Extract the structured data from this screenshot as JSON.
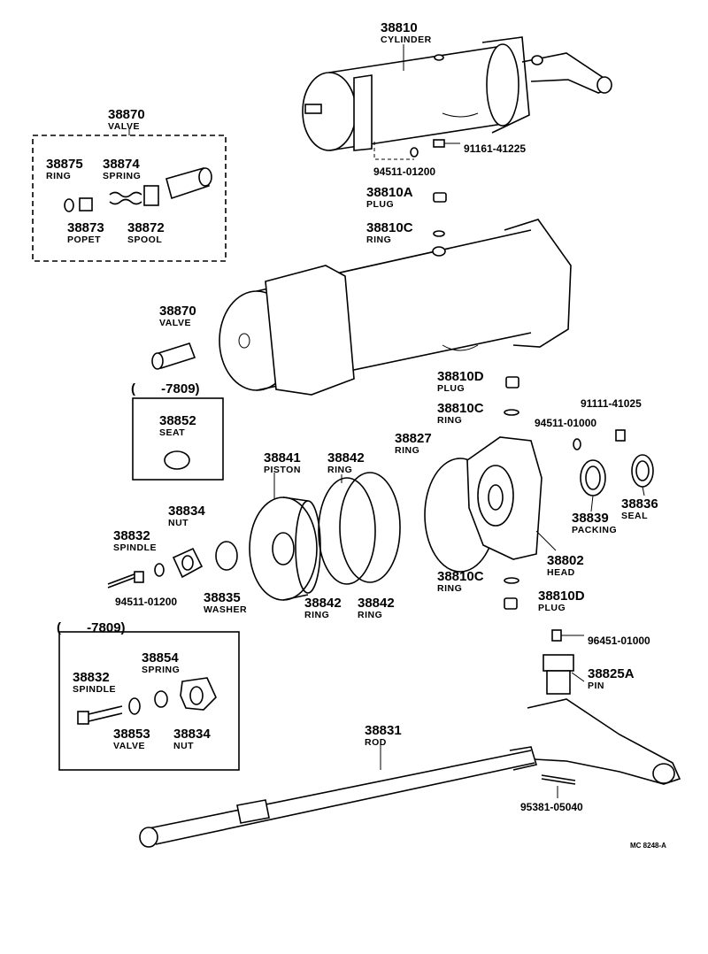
{
  "callouts": {
    "cylinder": {
      "number": "38810",
      "name": "CYLINDER"
    },
    "valve_assy": {
      "number": "38870",
      "name": "VALVE"
    },
    "ring_38875": {
      "number": "38875",
      "name": "RING"
    },
    "spring_38874": {
      "number": "38874",
      "name": "SPRING"
    },
    "popet": {
      "number": "38873",
      "name": "POPET"
    },
    "spool": {
      "number": "38872",
      "name": "SPOOL"
    },
    "part_91161": {
      "number": "91161-41225"
    },
    "part_94511_top": {
      "number": "94511-01200"
    },
    "plug_a": {
      "number": "38810A",
      "name": "PLUG"
    },
    "ring_c_top": {
      "number": "38810C",
      "name": "RING"
    },
    "valve_2": {
      "number": "38870",
      "name": "VALVE"
    },
    "seat_group": {
      "bracket": "(       -7809)"
    },
    "seat": {
      "number": "38852",
      "name": "SEAT"
    },
    "plug_d_top": {
      "number": "38810D",
      "name": "PLUG"
    },
    "ring_c_mid": {
      "number": "38810C",
      "name": "RING"
    },
    "part_91111": {
      "number": "91111-41025"
    },
    "part_94511_mid": {
      "number": "94511-01000"
    },
    "ring_38827": {
      "number": "38827",
      "name": "RING"
    },
    "piston": {
      "number": "38841",
      "name": "PISTON"
    },
    "ring_38842_top": {
      "number": "38842",
      "name": "RING"
    },
    "nut_38834": {
      "number": "38834",
      "name": "NUT"
    },
    "spindle_38832": {
      "number": "38832",
      "name": "SPINDLE"
    },
    "packing": {
      "number": "38839",
      "name": "PACKING"
    },
    "seal": {
      "number": "38836",
      "name": "SEAL"
    },
    "head": {
      "number": "38802",
      "name": "HEAD"
    },
    "part_94511_low": {
      "number": "94511-01200"
    },
    "washer": {
      "number": "38835",
      "name": "WASHER"
    },
    "ring_38842_a": {
      "number": "38842",
      "name": "RING"
    },
    "ring_38842_b": {
      "number": "38842",
      "name": "RING"
    },
    "ring_c_low": {
      "number": "38810C",
      "name": "RING"
    },
    "plug_d_low": {
      "number": "38810D",
      "name": "PLUG"
    },
    "spindle_group": {
      "bracket": "(       -7809)"
    },
    "spindle_2": {
      "number": "38832",
      "name": "SPINDLE"
    },
    "spring_38854": {
      "number": "38854",
      "name": "SPRING"
    },
    "valve_38853": {
      "number": "38853",
      "name": "VALVE"
    },
    "nut_2": {
      "number": "38834",
      "name": "NUT"
    },
    "part_96451": {
      "number": "96451-01000"
    },
    "pin": {
      "number": "38825A",
      "name": "PIN"
    },
    "rod": {
      "number": "38831",
      "name": "ROD"
    },
    "part_95381": {
      "number": "95381-05040"
    }
  },
  "footer": {
    "ref_code": "MC 8248-A"
  }
}
